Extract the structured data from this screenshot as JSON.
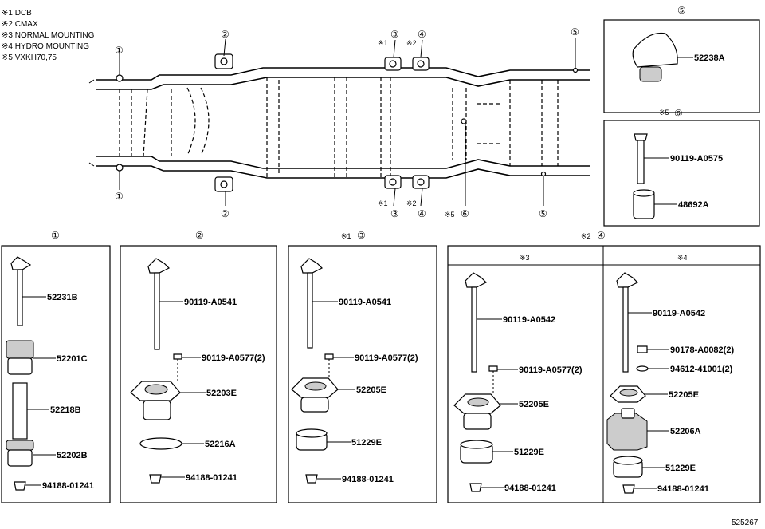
{
  "notes": [
    "※1 DCB",
    "※2 CMAX",
    "※3 NORMAL MOUNTING",
    "※4 HYDRO MOUNTING",
    "※5 VXKH70,75"
  ],
  "callouts": {
    "c1": "①",
    "c2": "②",
    "c3": "③",
    "c4": "④",
    "c5": "⑤",
    "c6": "⑥",
    "m1": "※1",
    "m2": "※2",
    "m3": "※3",
    "m4": "※4",
    "m5": "※5"
  },
  "parts": {
    "p52238A": "52238A",
    "p90119A0575": "90119-A0575",
    "p48692A": "48692A",
    "p52231B": "52231B",
    "p52201C": "52201C",
    "p52218B": "52218B",
    "p52202B": "52202B",
    "p94188": "94188-01241",
    "p90119A0541": "90119-A0541",
    "p90119A0577": "90119-A0577(2)",
    "p52203E": "52203E",
    "p52216A": "52216A",
    "p52205E": "52205E",
    "p51229E": "51229E",
    "p90119A0542": "90119-A0542",
    "p90178A0082": "90178-A0082(2)",
    "p94612": "94612-41001(2)",
    "p52206A": "52206A"
  },
  "diagram_id": "525267"
}
